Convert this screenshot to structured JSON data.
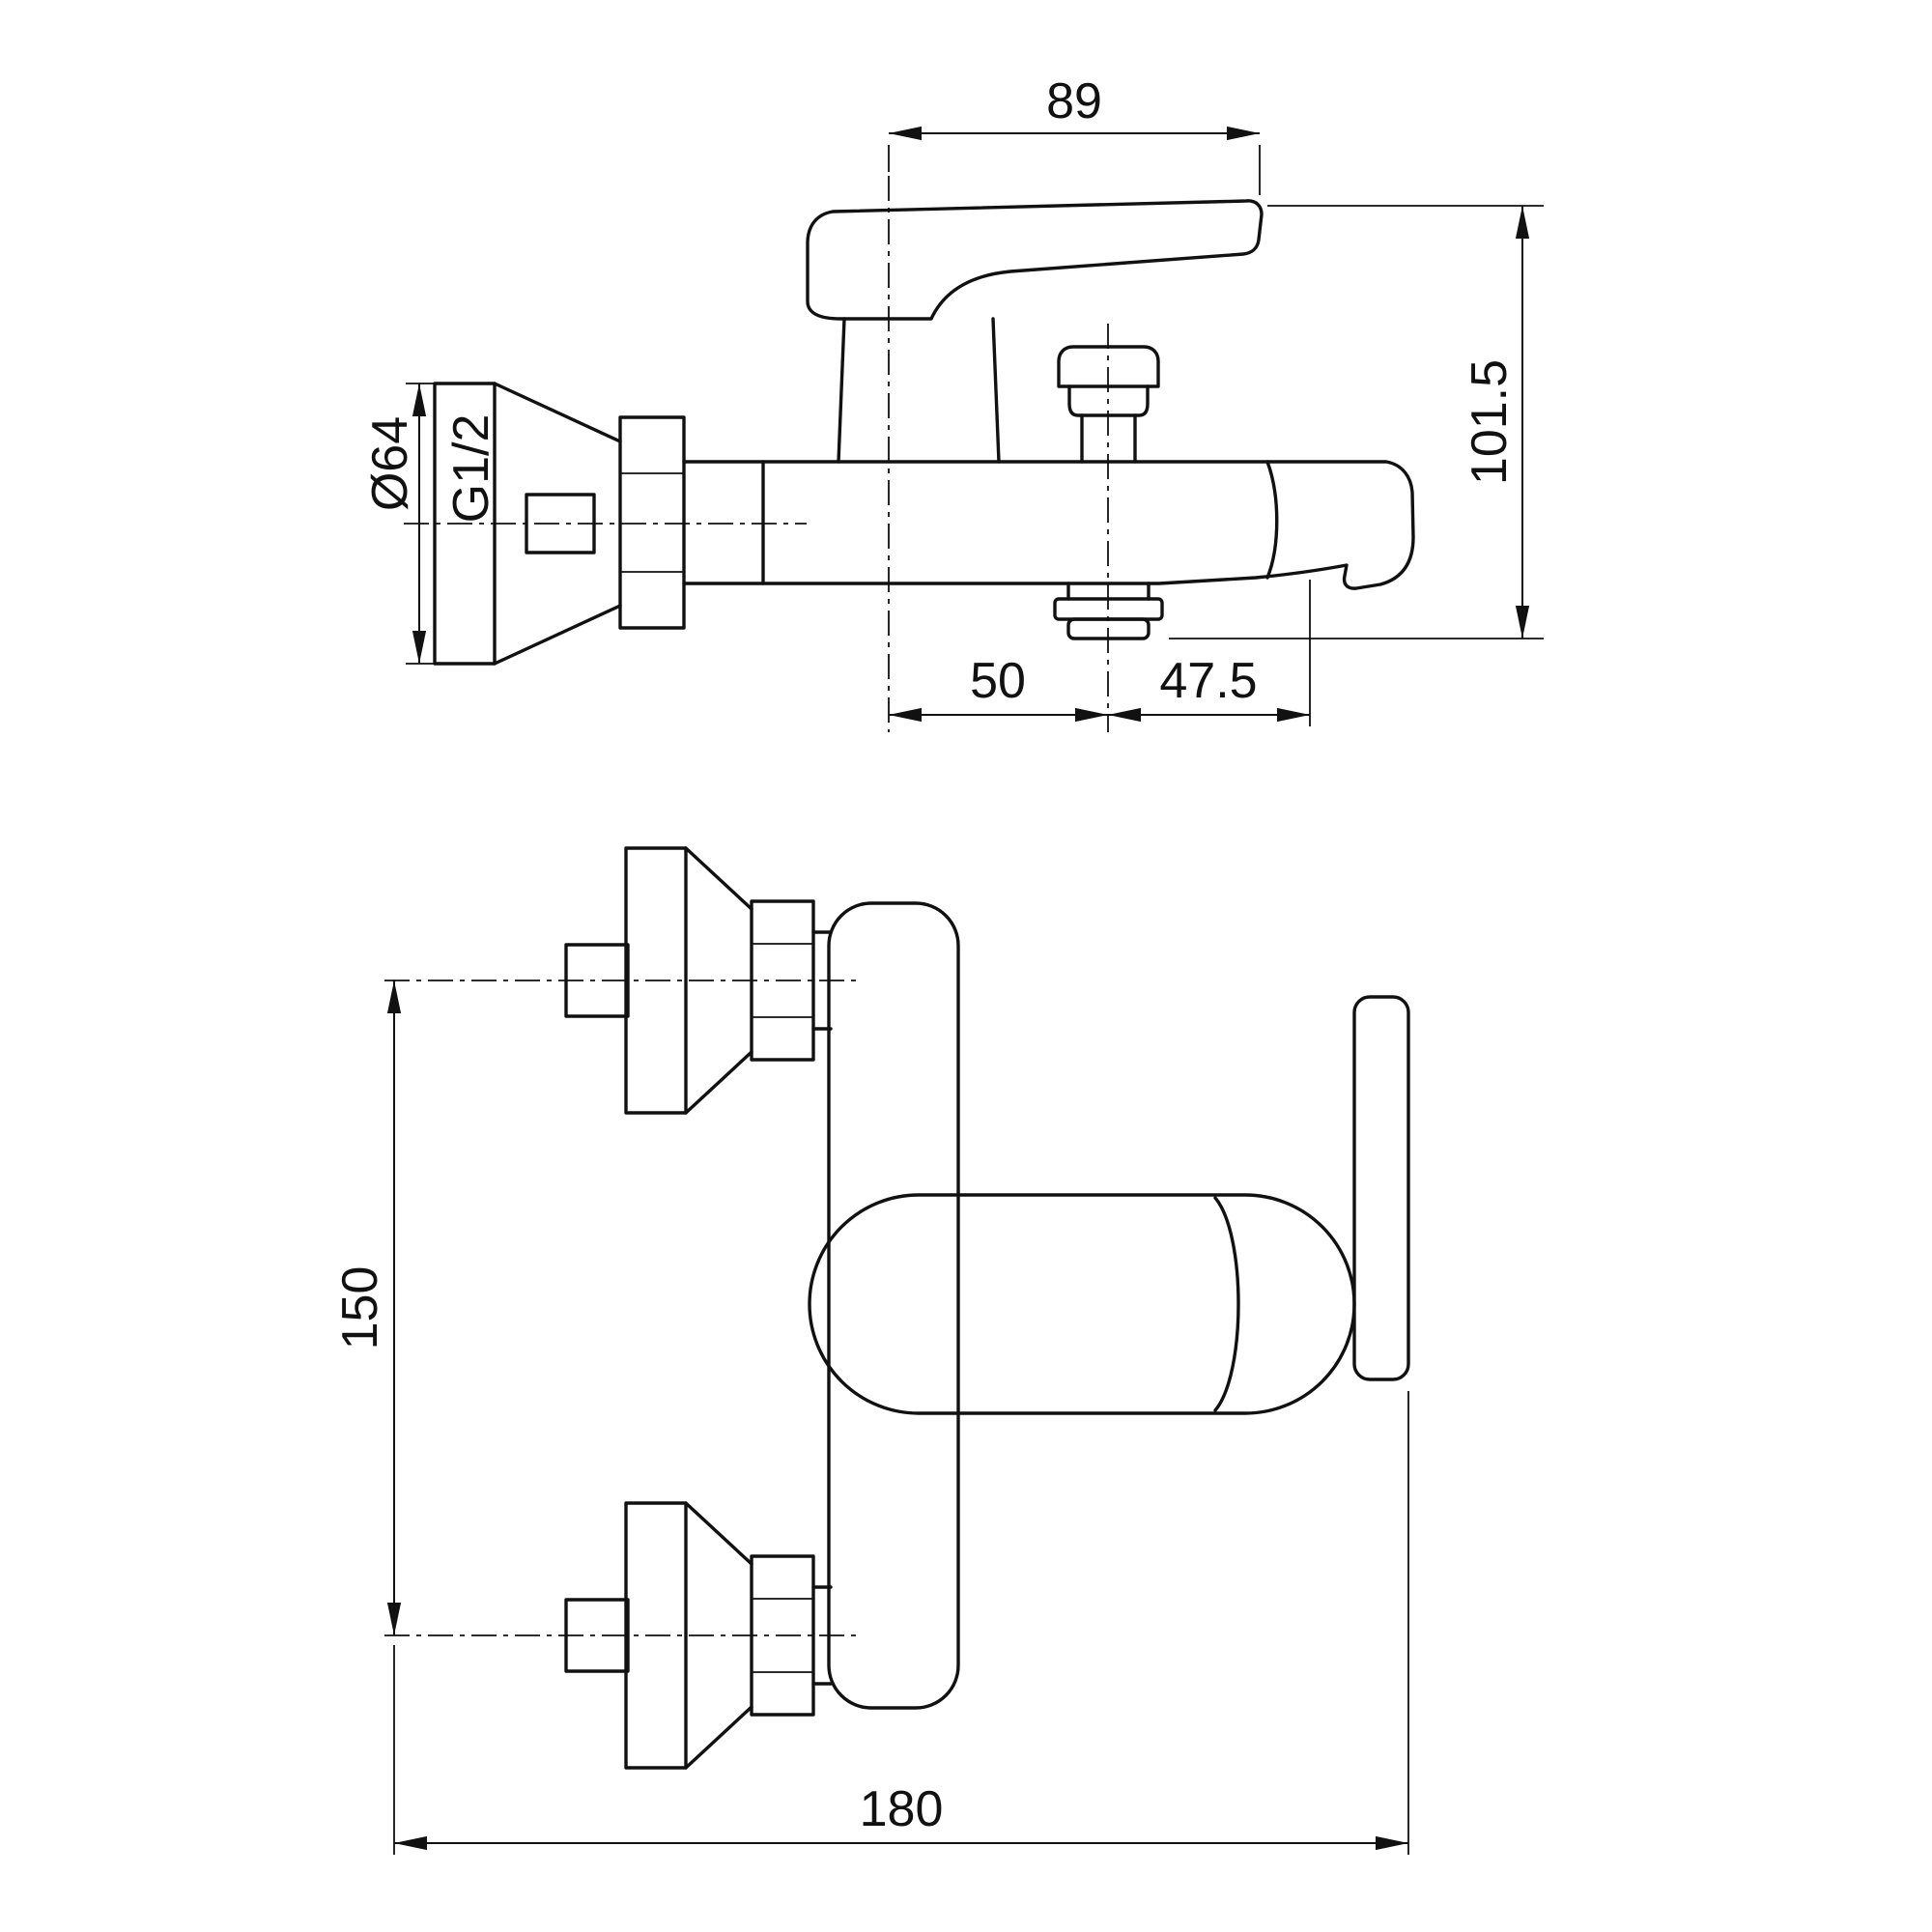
{
  "colors": {
    "line": "#111111",
    "background": "#ffffff"
  },
  "side_view": {
    "dims": {
      "handle_length": "89",
      "overall_height": "101.5",
      "flange_diameter": "Ø64",
      "thread_size": "G1/2",
      "axis_to_diverter": "50",
      "diverter_to_spout_tip": "47.5"
    }
  },
  "front_view": {
    "dims": {
      "inlet_spacing": "150",
      "overall_depth": "180"
    }
  }
}
